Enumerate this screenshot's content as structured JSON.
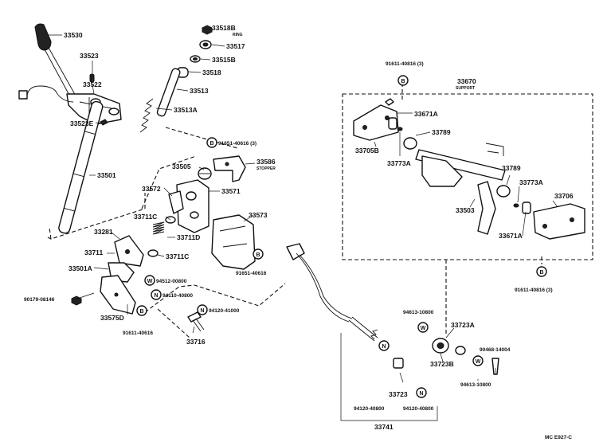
{
  "diagram": {
    "labels": {
      "p33530": "33530",
      "p33523": "33523",
      "p33522": "33522",
      "p33523E": "33523E",
      "p33501": "33501",
      "p33281": "33281",
      "p33711": "33711",
      "p33501A": "33501A",
      "p90179": "90179-08146",
      "p33575D": "33575D",
      "p91611_a": "91611-40616",
      "p33716": "33716",
      "p94512": "94512-00800",
      "p94110": "94110-40800",
      "p94120_a": "94120-41000",
      "p33518B": "33518B",
      "ring": "RING",
      "p33517": "33517",
      "p33515B": "33515B",
      "p33518": "33518",
      "p33513": "33513",
      "p33513A": "33513A",
      "p91651_a": "91651-40616 (3)",
      "p33505": "33505",
      "p33586": "33586",
      "stopper": "STOPPER",
      "p33572": "33572",
      "p33571": "33571",
      "p33711C_a": "33711C",
      "p33711D": "33711D",
      "p33711C_b": "33711C",
      "p33573": "33573",
      "p91651_b": "91651-40616",
      "p91611_top": "91611-40816 (3)",
      "p33670": "33670",
      "support": "SUPPORT",
      "p33671A_a": "33671A",
      "p33789_a": "33789",
      "p33705B": "33705B",
      "p33773A_a": "33773A",
      "p33789_b": "33789",
      "p33773A_b": "33773A",
      "p33503": "33503",
      "p33706": "33706",
      "p33671A_b": "33671A",
      "p91611_bot": "91611-40816 (3)",
      "p94613_a": "94613-10800",
      "p33723A": "33723A",
      "p90468": "90468-14004",
      "p33723B": "33723B",
      "p94613_b": "94613-10800",
      "p33723": "33723",
      "p94120_b": "94120-40800",
      "p94120_c": "94120-40800",
      "p33741": "33741",
      "code": "MC E927-C"
    },
    "badges": {
      "B": "B",
      "W": "W",
      "N": "N"
    }
  }
}
